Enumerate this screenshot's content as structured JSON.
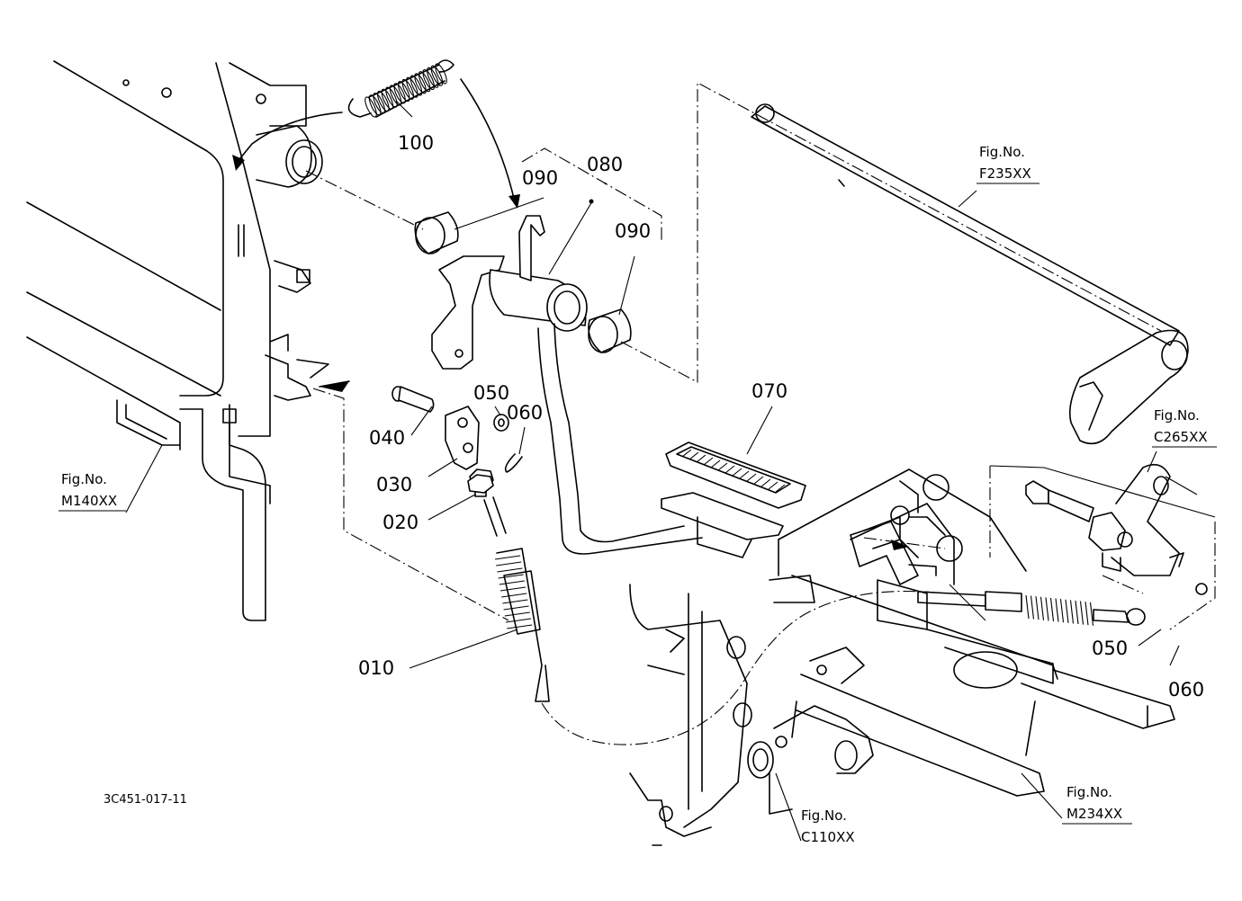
{
  "callouts": {
    "p010": "010",
    "p020": "020",
    "p030": "030",
    "p040": "040",
    "p050a": "050",
    "p050b": "050",
    "p060a": "060",
    "p060b": "060",
    "p070": "070",
    "p080": "080",
    "p090a": "090",
    "p090b": "090",
    "p100": "100"
  },
  "figure_refs": {
    "f235": {
      "label": "Fig.No.",
      "code": "F235XX"
    },
    "c265": {
      "label": "Fig.No.",
      "code": "C265XX"
    },
    "m140": {
      "label": "Fig.No.",
      "code": "M140XX"
    },
    "c110": {
      "label": "Fig.No.",
      "code": "C110XX"
    },
    "m234": {
      "label": "Fig.No.",
      "code": "M234XX"
    }
  },
  "drawing_code": "3C451-017-11"
}
